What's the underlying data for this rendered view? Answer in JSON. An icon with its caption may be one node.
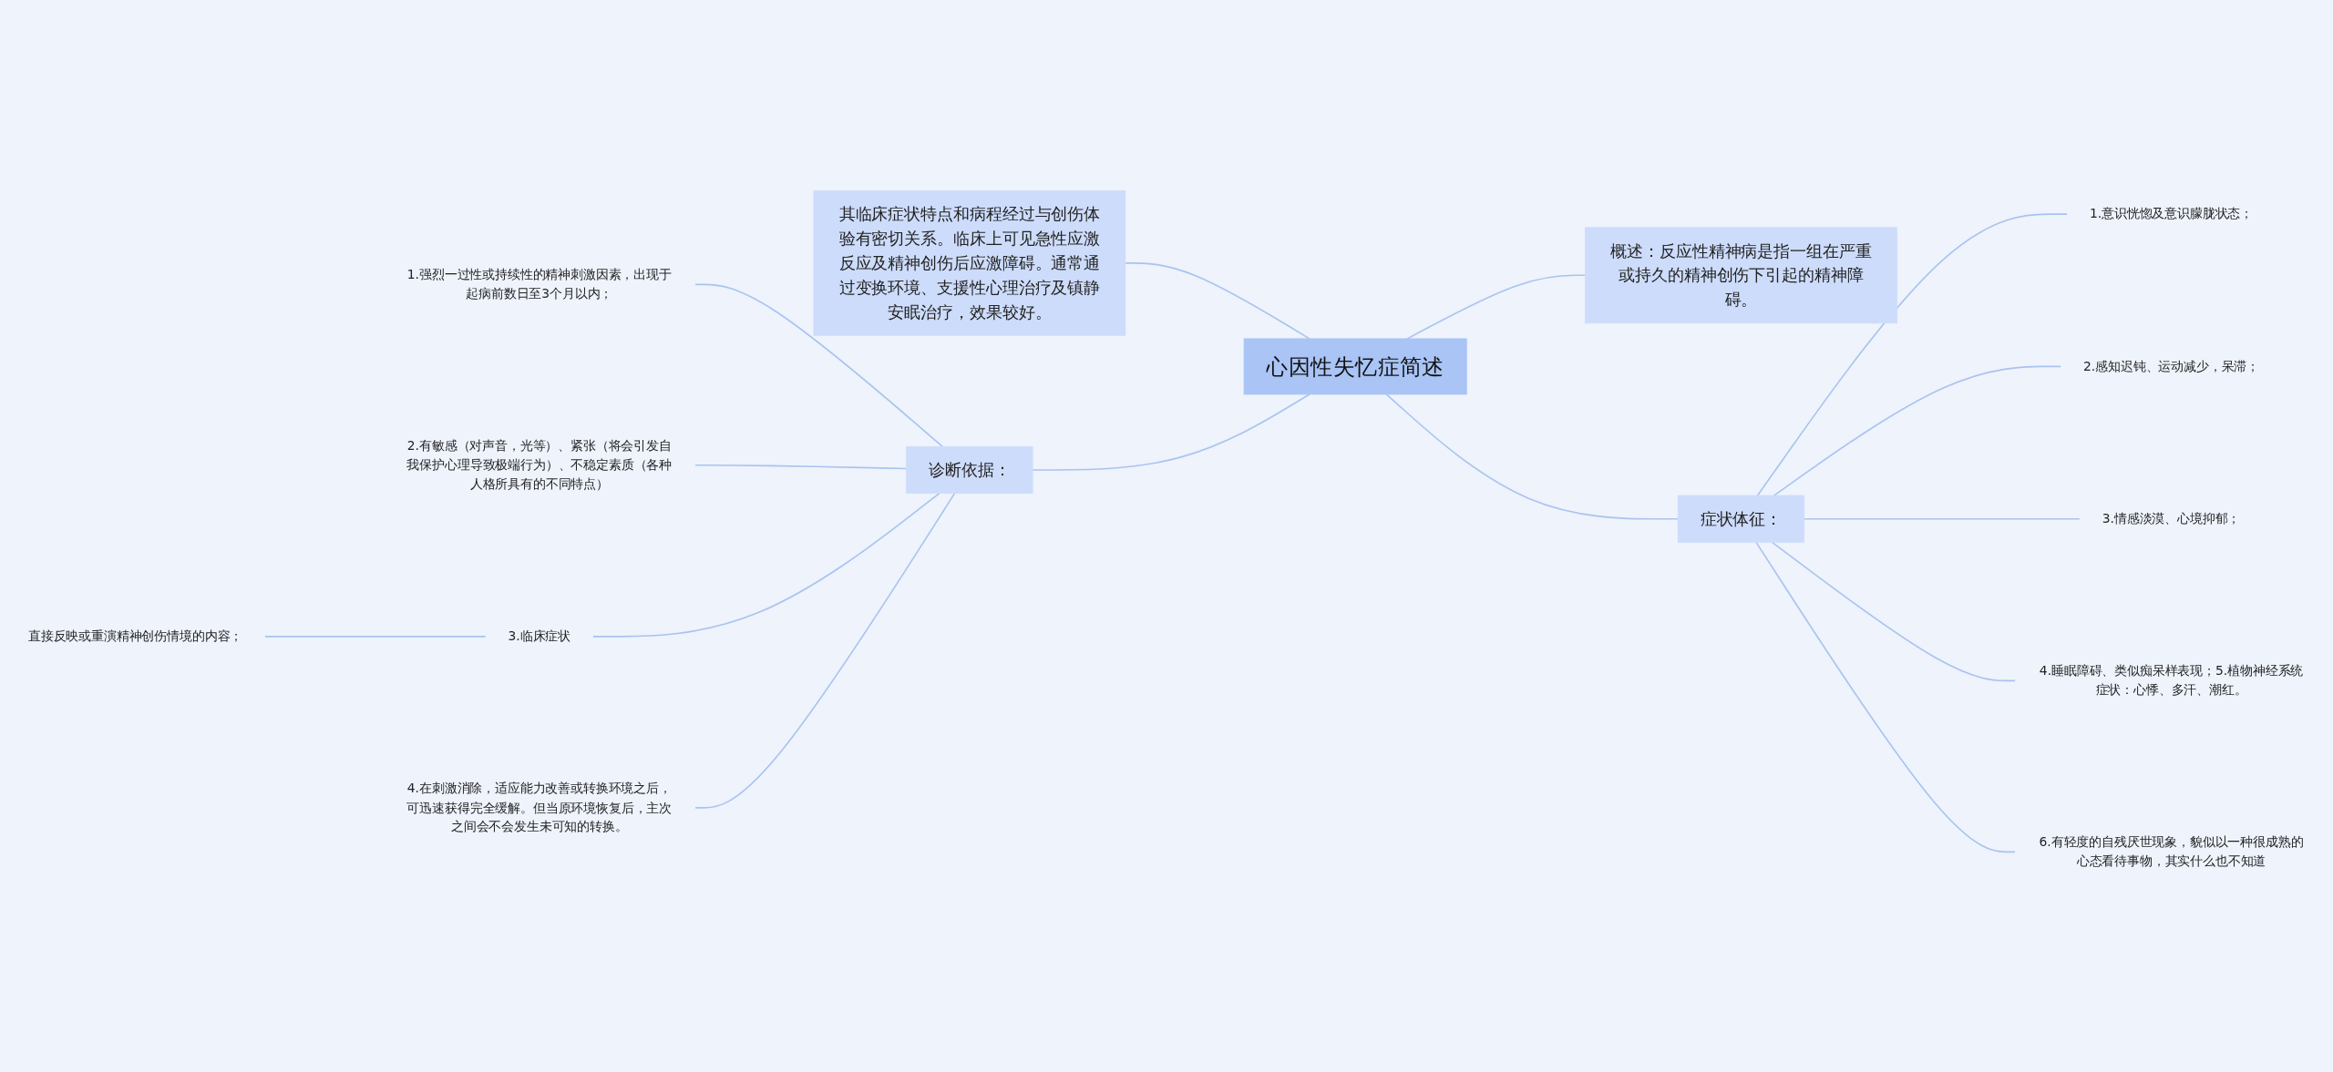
{
  "diagram": {
    "nodes": [
      {
        "text": [
          "心因性失忆症简述"
        ]
      },
      {
        "text": [
          "其临床症状特点和病程经过与创伤体验有密切关系。临床上可见急性应激反应及精神创伤后应激障碍。通常通过变换环境、支援性心理治疗及镇静安眠治疗，效果较好。"
        ]
      },
      {
        "text": [
          "诊断依据："
        ]
      },
      {
        "text": [
          "1.强烈一过性或持续性的精神刺激因素，出现于起病前数日至3个月以内；"
        ]
      },
      {
        "text": [
          "2.有敏感（对声音，光等）、紧张（将会引发自我保护心理导致极端行为）、不稳定素质（各种人格所具有的不同特点）"
        ]
      },
      {
        "text": [
          "3.临床症状"
        ]
      },
      {
        "text": [
          "直接反映或重演精神创伤情境的内容；"
        ]
      },
      {
        "text": [
          "4.在刺激消除，适应能力改善或转换环境之后，可迅速获得完全缓解。但当原环境恢复后，主次之间会不会发生未可知的转换。"
        ]
      },
      {
        "text": [
          "概述：反应性精神病是指一组在严重或持久的精神创伤下引起的精神障碍。"
        ]
      },
      {
        "text": [
          "症状体征："
        ]
      },
      {
        "text": [
          "1.意识恍惚及意识朦胧状态；"
        ]
      },
      {
        "text": [
          "2.感知迟钝、运动减少，呆滞；"
        ]
      },
      {
        "text": [
          "3.情感淡漠、心境抑郁；"
        ]
      },
      {
        "text": [
          "4.睡眠障碍、类似痴呆样表现；5.植物神经系统症状：心悸、多汗、潮红。"
        ]
      },
      {
        "text": [
          "6.有轻度的自残厌世现象，貌似以一种很成熟的心态看待事物，其实什么也不知道"
        ]
      }
    ],
    "edges": [
      {
        "from": 1,
        "to": 0,
        "arrow": "none"
      },
      {
        "from": 2,
        "to": 0,
        "arrow": "none"
      },
      {
        "from": 3,
        "to": 2,
        "arrow": "none"
      },
      {
        "from": 4,
        "to": 2,
        "arrow": "none"
      },
      {
        "from": 5,
        "to": 2,
        "arrow": "none"
      },
      {
        "from": 6,
        "to": 5,
        "arrow": "none"
      },
      {
        "from": 7,
        "to": 2,
        "arrow": "none"
      },
      {
        "from": 0,
        "to": 8,
        "arrow": "none"
      },
      {
        "from": 0,
        "to": 9,
        "arrow": "none"
      },
      {
        "from": 9,
        "to": 10,
        "arrow": "none"
      },
      {
        "from": 9,
        "to": 11,
        "arrow": "none"
      },
      {
        "from": 9,
        "to": 12,
        "arrow": "none"
      },
      {
        "from": 9,
        "to": 13,
        "arrow": "none"
      },
      {
        "from": 9,
        "to": 14,
        "arrow": "none"
      }
    ]
  }
}
